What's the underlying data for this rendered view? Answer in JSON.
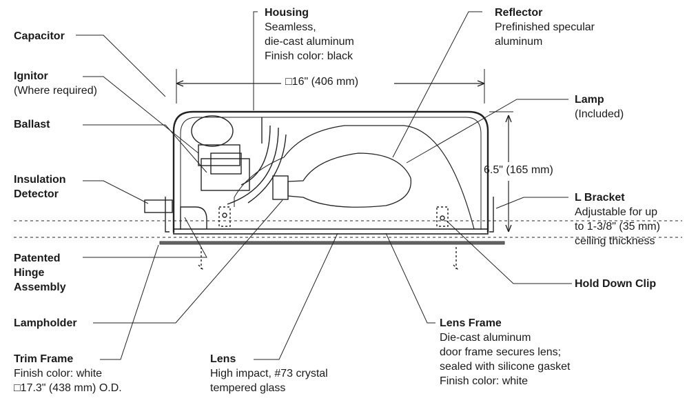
{
  "callouts": {
    "capacitor": {
      "title": "Capacitor"
    },
    "ignitor": {
      "title": "Ignitor",
      "desc": [
        "(Where required)"
      ]
    },
    "ballast": {
      "title": "Ballast"
    },
    "insulation_detector": {
      "title": [
        "Insulation",
        "Detector"
      ]
    },
    "hinge": {
      "title": [
        "Patented",
        "Hinge",
        "Assembly"
      ]
    },
    "lampholder": {
      "title": "Lampholder"
    },
    "trim_frame": {
      "title": "Trim Frame",
      "desc": [
        "Finish color: white",
        "□17.3\" (438 mm) O.D."
      ]
    },
    "lens": {
      "title": "Lens",
      "desc": [
        "High impact, #73 crystal",
        "tempered glass"
      ]
    },
    "lens_frame": {
      "title": "Lens Frame",
      "desc": [
        "Die-cast aluminum",
        "door frame secures lens;",
        "sealed with silicone gasket",
        "Finish color: white"
      ]
    },
    "housing": {
      "title": "Housing",
      "desc": [
        "Seamless,",
        "die-cast aluminum",
        "Finish color: black"
      ]
    },
    "reflector": {
      "title": "Reflector",
      "desc": [
        "Prefinished specular",
        "aluminum"
      ]
    },
    "lamp": {
      "title": "Lamp",
      "desc": [
        "(Included)"
      ]
    },
    "l_bracket": {
      "title": "L  Bracket",
      "desc": [
        "Adjustable for up",
        "to 1-3/8\" (35 mm)",
        "ceiling thickness"
      ]
    },
    "hold_down_clip": {
      "title": "Hold Down Clip"
    }
  },
  "dimensions": {
    "width": "□16\" (406 mm)",
    "height": "6.5\" (165 mm)"
  }
}
